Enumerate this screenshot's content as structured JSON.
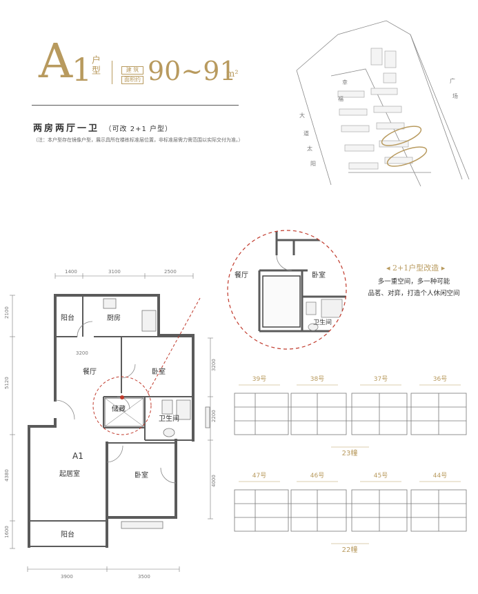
{
  "header": {
    "type_letter": "A",
    "type_number": "1",
    "type_suffix": "户型",
    "area_tag_1": "建 筑",
    "area_tag_2": "面积约",
    "area_value": "90~91",
    "area_unit": "m²"
  },
  "layout": {
    "name": "两房两厅一卫",
    "alt": "（可改 2+1 户型）",
    "note": "（注：本户型存在镜像户型，展示具所在楼栋标准层位置，非标准层需力需范围以实际交付为准。）"
  },
  "site_map": {
    "road_labels": [
      "幸",
      "福",
      "大",
      "道",
      "太",
      "阳",
      "广",
      "场"
    ]
  },
  "floorplan": {
    "unit_label": "A1",
    "rooms": {
      "balcony_top": "阳台",
      "kitchen": "厨房",
      "dining": "餐厅",
      "bedroom_top": "卧室",
      "storage": "储藏",
      "bathroom": "卫生间",
      "living": "起居室",
      "bedroom_bottom": "卧室",
      "balcony_bottom": "阳台"
    },
    "dims_top": [
      "1400",
      "3100",
      "2500"
    ],
    "dims_bottom": [
      "3900",
      "3500"
    ],
    "dims_left": [
      "2100",
      "5120",
      "4380",
      "1600"
    ],
    "dims_right": [
      "3200",
      "2200",
      "4000"
    ],
    "dim_inner": "3200"
  },
  "zoom": {
    "dining": "餐厅",
    "bedroom": "卧室",
    "bathroom": "卫生间"
  },
  "callout": {
    "title": "2+1户型改造",
    "line1": "多一重空间，多一种可能",
    "line2": "品茗、对弈，打造个人休闲空间"
  },
  "buildings": [
    {
      "name": "23幢",
      "units": [
        "39号",
        "38号",
        "37号",
        "36号"
      ]
    },
    {
      "name": "22幢",
      "units": [
        "47号",
        "46号",
        "45号",
        "44号"
      ]
    }
  ],
  "colors": {
    "accent": "#b89a5e",
    "highlight": "#c0392b",
    "wall": "#5a5a5a"
  }
}
